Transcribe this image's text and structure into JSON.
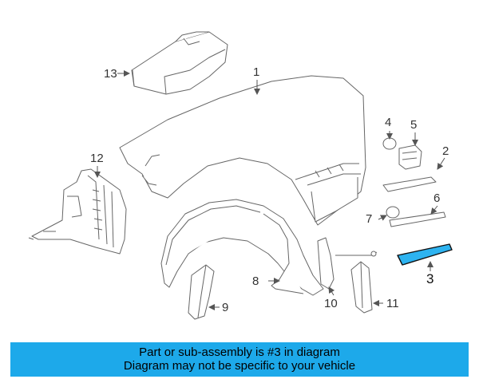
{
  "colors": {
    "highlight": "#2db3f0",
    "banner": "#1da9ea",
    "line": "#555555"
  },
  "callouts": {
    "c1": "1",
    "c2": "2",
    "c3": "3",
    "c4": "4",
    "c5": "5",
    "c6": "6",
    "c7": "7",
    "c8": "8",
    "c9": "9",
    "c10": "10",
    "c11": "11",
    "c12": "12",
    "c13": "13"
  },
  "banner": {
    "line1": "Part or sub-assembly is #3 in diagram",
    "line2": "Diagram may not be specific to your vehicle"
  }
}
